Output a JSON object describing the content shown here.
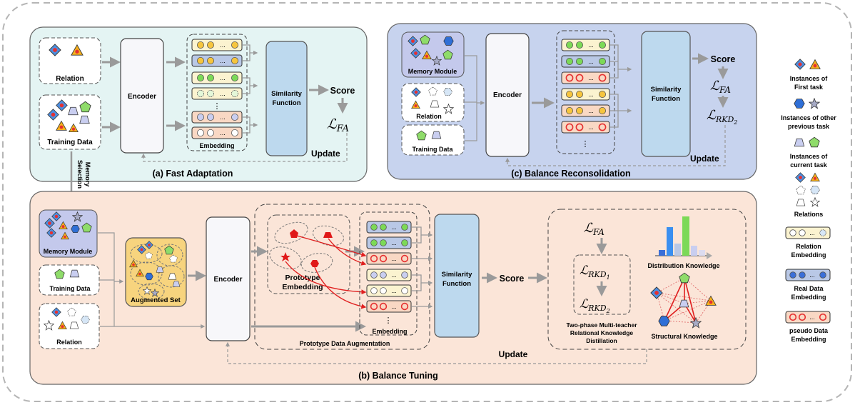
{
  "fast_adaptation": {
    "title": "(a) Fast Adaptation",
    "relation_label": "Relation",
    "training_label": "Training Data",
    "encoder_label": "Encoder",
    "embedding_label": "Embedding",
    "similarity_line1": "Similarity",
    "similarity_line2": "Function",
    "score_label": "Score",
    "loss_label": "ℒ",
    "loss_sub": "FA",
    "update_label": "Update",
    "ellipsis": "...",
    "vdots": "⋮"
  },
  "memory_selection": {
    "line1": "Memory",
    "line2": "Selection"
  },
  "balance_reconsolidation": {
    "title": "(c) Balance Reconsolidation",
    "memory_label": "Memory Module",
    "relation_label": "Relation",
    "training_label": "Training Data",
    "encoder_label": "Encoder",
    "similarity_line1": "Similarity",
    "similarity_line2": "Function",
    "score_label": "Score",
    "loss1_label": "ℒ",
    "loss1_sub": "FA",
    "loss2_label": "ℒ",
    "loss2_sub": "RKD",
    "loss2_subsub": "2",
    "update_label": "Update",
    "ellipsis": "...",
    "vdots": "⋮"
  },
  "balance_tuning": {
    "title": "(b) Balance Tuning",
    "memory_label": "Memory Module",
    "training_label": "Training Data",
    "relation_label": "Relation",
    "augmented_label": "Augmented Set",
    "encoder_label": "Encoder",
    "prototype_line1": "Prototype",
    "prototype_line2": "Embedding",
    "embedding_label": "Embedding",
    "pda_label": "Prototype Data Augmentation",
    "similarity_line1": "Similarity",
    "similarity_line2": "Function",
    "score_label": "Score",
    "update_label": "Update",
    "loss_fa": "ℒ",
    "loss_fa_sub": "FA",
    "loss_rkd1": "ℒ",
    "loss_rkd1_sub": "RKD",
    "loss_rkd1_subsub": "1",
    "loss_rkd2": "ℒ",
    "loss_rkd2_sub": "RKD",
    "loss_rkd2_subsub": "2",
    "distill_line1": "Two-phase Multi-teacher",
    "distill_line2": "Relational Knowledge",
    "distill_line3": "Distillation",
    "distribution_label": "Distribution Knowledge",
    "structural_label": "Structural Knowledge",
    "ellipsis": "...",
    "vdots": "⋮"
  },
  "legend": {
    "first_task": [
      "Instances of",
      "First task"
    ],
    "other_previous": [
      "Instances of other",
      "previous task"
    ],
    "current_task": [
      "Instances of",
      "current task"
    ],
    "relations": "Relations",
    "relation_embedding": [
      "Relation",
      "Embedding"
    ],
    "real_embedding": [
      "Real Data",
      "Embedding"
    ],
    "pseudo_embedding": [
      "pseudo Data",
      "Embedding"
    ],
    "ellipsis": "..."
  },
  "colors": {
    "fast_bg": "#e4f4f3",
    "recon_bg": "#c7d3ee",
    "tuning_bg": "#fbe5d8",
    "yellow_row": "#fbf3d0",
    "blue_row": "#b9c8e6",
    "peach_row": "#f9d8c4",
    "similarity": "#bdd9ee",
    "augmented": "#f7d47e",
    "memory": "#c4c9ec",
    "arrow_red": "#e02020"
  }
}
